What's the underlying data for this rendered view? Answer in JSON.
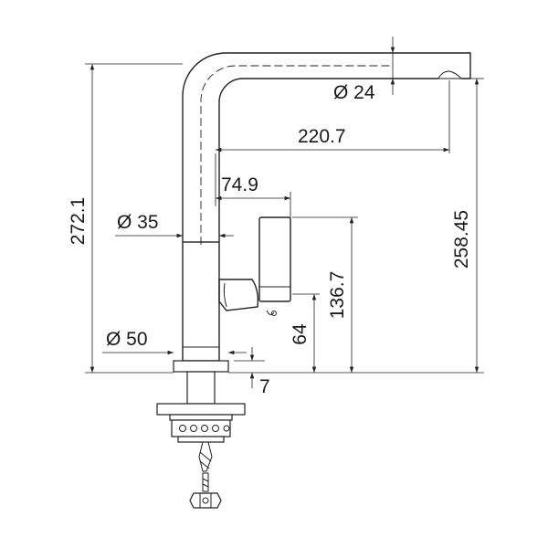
{
  "dimensions": {
    "spout_diameter": "Ø 24",
    "spout_reach": "220.7",
    "lever_offset": "74.9",
    "body_diameter_upper": "Ø 35",
    "base_diameter": "Ø 50",
    "overall_height": "272.1",
    "outlet_height": "258.45",
    "lever_height": "136.7",
    "lever_base_height": "64",
    "base_thickness": "7"
  }
}
